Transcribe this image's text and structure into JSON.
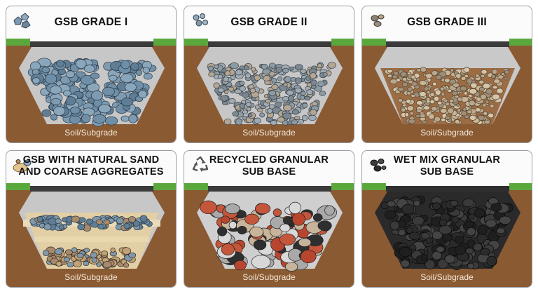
{
  "cards": [
    {
      "title": "GSB GRADE I",
      "soil_label": "Soil/Subgrade",
      "icon": "coarse-stones-icon"
    },
    {
      "title": "GSB GRADE II",
      "soil_label": "Soil/Subgrade",
      "icon": "medium-stones-icon"
    },
    {
      "title": "GSB GRADE III",
      "soil_label": "Soil/Subgrade",
      "icon": "fine-pebbles-icon"
    },
    {
      "title": "GSB WITH NATURAL SAND\nAND COARSE AGGREGATES",
      "soil_label": "Soil/Subgrade",
      "icon": "sand-and-pebbles-icon"
    },
    {
      "title": "RECYCLED GRANULAR\nSUB BASE",
      "soil_label": "Soil/Subgrade",
      "icon": "recycle-icon"
    },
    {
      "title": "WET MIX GRANULAR\nSUB BASE",
      "soil_label": "Soil/Subgrade",
      "icon": "dark-stones-icon"
    }
  ],
  "colors": {
    "soil": "#8a5a33",
    "grass": "#5aa83c",
    "road": "#3b3b3b",
    "grade1_stone": "#6f8fa8",
    "grade2_stone": "#8c9aa4",
    "grade3_stone": "#b9a88e",
    "sand": "#e3cfa6",
    "wet_mix": "#2e2e2e"
  }
}
